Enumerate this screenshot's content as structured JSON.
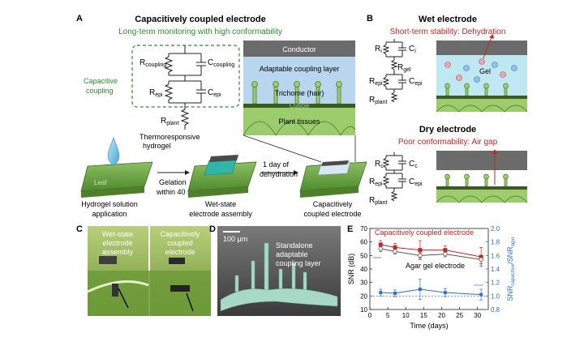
{
  "panel_a": {
    "letter": "A",
    "title": "Capacitively coupled electrode",
    "subtitle": "Long-term monitoring with high conformability",
    "capacitive_label_1": "Capacitive",
    "capacitive_label_2": "coupling",
    "r_coupling": "R",
    "r_coupling_sub": "coupling",
    "c_coupling": "C",
    "c_coupling_sub": "coupling",
    "r_epi": "R",
    "r_epi_sub": "epi",
    "c_epi": "C",
    "c_epi_sub": "epi",
    "r_plant": "R",
    "r_plant_sub": "plant",
    "layers": [
      "Conductor",
      "Adaptable coupling layer",
      "Trichome (hair)",
      "Cuticle",
      "Plant tissues"
    ],
    "hydrogel_label_1": "Thermoresponsive",
    "hydrogel_label_2": "hydrogel",
    "leaf_label": "Leaf",
    "step1_1": "Gelation",
    "step1_2": "within 40 s",
    "step2_1": "1 day of",
    "step2_2": "dehydration",
    "cap1_1": "Hydrogel solution",
    "cap1_2": "application",
    "cap2_1": "Wet-state",
    "cap2_2": "electrode assembly",
    "cap3_1": "Capacitively",
    "cap3_2": "coupled electrode"
  },
  "panel_b": {
    "letter": "B",
    "wet_title": "Wet electrode",
    "wet_subtitle": "Short-term stability: Dehydration",
    "gel_label": "Gel",
    "dry_title": "Dry electrode",
    "dry_subtitle": "Poor conformability: Air gap",
    "ri": "R",
    "ri_sub": "i",
    "ci": "C",
    "ci_sub": "i",
    "rgel": "R",
    "rgel_sub": "gel",
    "repi": "R",
    "repi_sub": "epi",
    "cepi": "C",
    "cepi_sub": "epi",
    "rplant": "R",
    "rplant_sub": "plant",
    "rc": "R",
    "rc_sub": "c",
    "cc": "C",
    "cc_sub": "c"
  },
  "panel_c": {
    "letter": "C",
    "left_1": "Wet-state",
    "left_2": "electrode",
    "left_3": "assembly",
    "right_1": "Capacitively",
    "right_2": "coupled",
    "right_3": "electrode"
  },
  "panel_d": {
    "letter": "D",
    "scale": "100 μm",
    "label_1": "Standalone",
    "label_2": "adaptable",
    "label_3": "coupling layer"
  },
  "panel_e": {
    "letter": "E",
    "legend_cap": "Capacitively coupled electrode",
    "legend_agar": "Agar gel electrode"
  },
  "chart_data": {
    "type": "line",
    "xlabel": "Time (days)",
    "ylabel_left": "SNR (dB)",
    "ylabel_right": "SNR",
    "ylabel_right_sub1": "capacitive",
    "ylabel_right_mid": "/SNR",
    "ylabel_right_sub2": "agar",
    "xlim": [
      0,
      33
    ],
    "xticks": [
      0,
      5,
      10,
      15,
      20,
      25,
      30
    ],
    "ylim_left": [
      10,
      70
    ],
    "yticks_left": [
      10,
      20,
      30,
      40,
      50,
      60,
      70
    ],
    "ylim_right": [
      0.8,
      2.0
    ],
    "yticks_right": [
      "0.8",
      "1.0",
      "1.2",
      "1.4",
      "1.6",
      "1.8",
      "2.0"
    ],
    "reference_line_right": 1.0,
    "series": [
      {
        "name": "Capacitively coupled electrode",
        "axis": "left",
        "color": "#cc2222",
        "x": [
          3,
          7,
          14,
          21,
          31
        ],
        "y": [
          58,
          56,
          54,
          54,
          49
        ],
        "err": [
          3,
          3,
          7,
          3,
          7
        ]
      },
      {
        "name": "Agar gel electrode",
        "axis": "left",
        "color": "#555555",
        "x": [
          3,
          7,
          14,
          21,
          31
        ],
        "y": [
          55,
          53,
          50,
          51,
          47
        ],
        "err": [
          2,
          2,
          2,
          2,
          3
        ]
      },
      {
        "axis": "right",
        "color": "#2f6fd6",
        "x": [
          3,
          7,
          14,
          21,
          31
        ],
        "y": [
          1.05,
          1.04,
          1.1,
          1.05,
          1.02
        ],
        "err": [
          0.05,
          0.05,
          0.15,
          0.06,
          0.08
        ]
      }
    ]
  }
}
